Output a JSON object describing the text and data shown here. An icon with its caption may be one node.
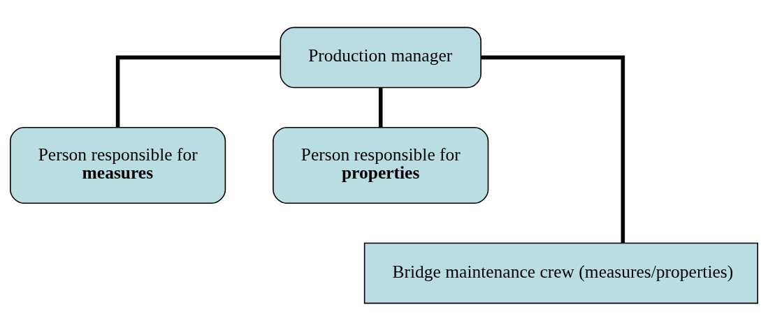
{
  "diagram": {
    "nodes": [
      {
        "text": [
          "Production manager"
        ]
      },
      {
        "text": [
          "Person responsible for **measures**"
        ]
      },
      {
        "text": [
          "Person responsible for **properties**"
        ]
      },
      {
        "text": [
          "Bridge maintenance crew (measures/properties)"
        ]
      }
    ],
    "edges": [
      {
        "from": 0,
        "to": 1,
        "arrow": "none"
      },
      {
        "from": 0,
        "to": 2,
        "arrow": "none"
      },
      {
        "from": 0,
        "to": 3,
        "arrow": "none"
      }
    ]
  }
}
